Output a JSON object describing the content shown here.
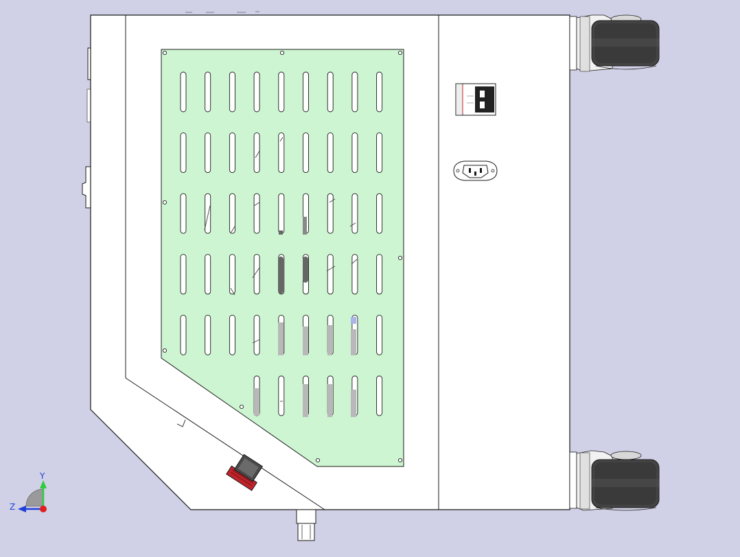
{
  "viewport": {
    "background_color": "#d0d1e6",
    "body_fill": "#ffffff",
    "line_color": "#1a1a1a",
    "panel_fill": "#cdf5d2",
    "accent_red": "#c0242b"
  },
  "triad": {
    "y_label": "Y",
    "z_label": "Z",
    "y_color": "#2ecc40",
    "z_color": "#1f3fd6",
    "x_color": "#e02020"
  },
  "panel": {
    "rows": 6,
    "columns": 9
  },
  "components": [
    {
      "name": "enclosure-body",
      "icon": "cabinet-outline"
    },
    {
      "name": "vent-panel",
      "icon": "slotted-grille"
    },
    {
      "name": "circuit-breaker",
      "icon": "breaker-switch"
    },
    {
      "name": "power-inlet",
      "icon": "iec-socket"
    },
    {
      "name": "caster-wheel-top",
      "icon": "caster"
    },
    {
      "name": "caster-wheel-bottom",
      "icon": "caster"
    },
    {
      "name": "cable-gland",
      "icon": "gland"
    },
    {
      "name": "bottom-connector",
      "icon": "connector"
    }
  ]
}
